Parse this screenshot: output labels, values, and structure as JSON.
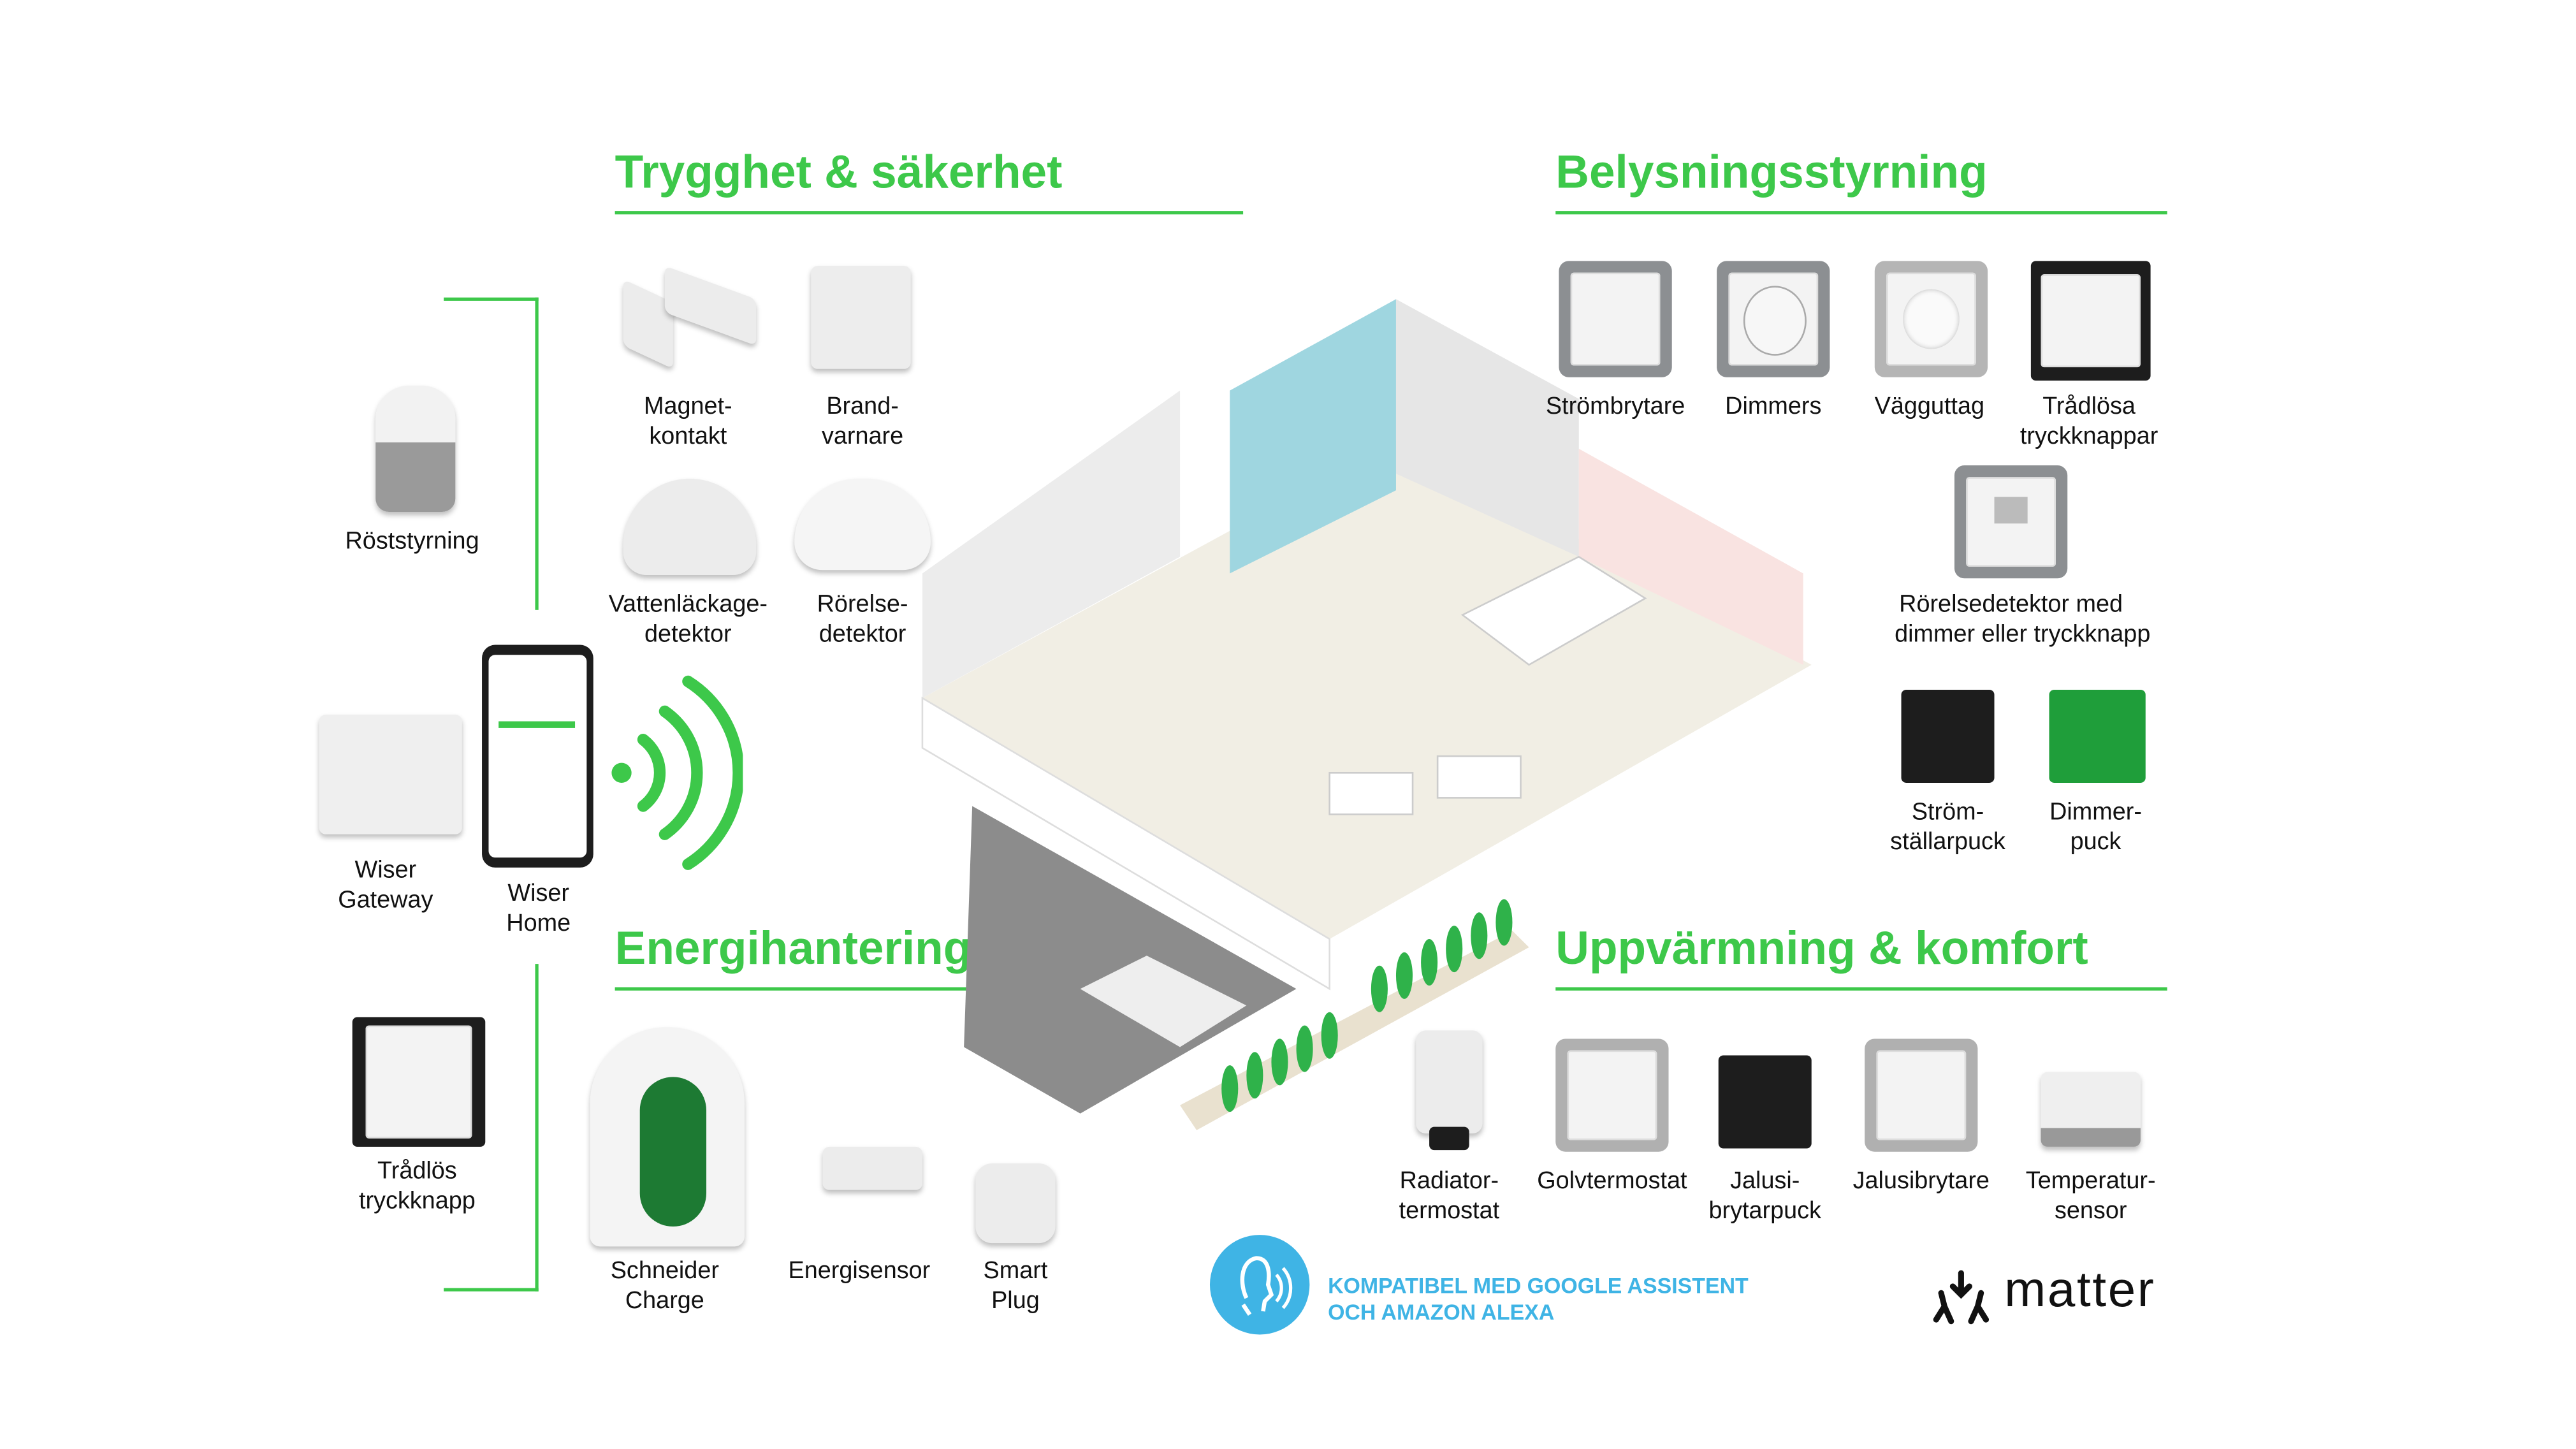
{
  "sections": {
    "security": "Trygghet & säkerhet",
    "lighting": "Belysningsstyrning",
    "energy": "Energihantering",
    "heating": "Uppvärmning & komfort"
  },
  "products": {
    "magnet": [
      "Magnet-",
      "kontakt"
    ],
    "smoke": [
      "Brand-",
      "varnare"
    ],
    "leak": [
      "Vattenläckage-",
      "detektor"
    ],
    "motion": [
      "Rörelse-",
      "detektor"
    ],
    "voice": "Röststyrning",
    "gateway": [
      "Wiser",
      "Gateway"
    ],
    "app": [
      "Wiser",
      "Home"
    ],
    "wireless_button": [
      "Trådlös",
      "tryckknapp"
    ],
    "switch": "Strömbrytare",
    "dimmer": "Dimmers",
    "socket": "Vägguttag",
    "wireless_buttons": [
      "Trådlösa",
      "tryckknappar"
    ],
    "motion_dimmer": [
      "Rörelsedetektor med",
      "dimmer eller tryckknapp"
    ],
    "switch_puck": [
      "Ström-",
      "ställarpuck"
    ],
    "dimmer_puck": [
      "Dimmer-",
      "puck"
    ],
    "charger": [
      "Schneider",
      "Charge"
    ],
    "energy_sensor": "Energisensor",
    "smart_plug": [
      "Smart",
      "Plug"
    ],
    "radiator": [
      "Radiator-",
      "termostat"
    ],
    "floor_thermostat": "Golvtermostat",
    "blind_puck": [
      "Jalusi-",
      "brytarpuck"
    ],
    "blind_switch": "Jalusibrytare",
    "temp_sensor": [
      "Temperatur-",
      "sensor"
    ]
  },
  "badge": {
    "line1": "KOMPATIBEL MED GOOGLE ASSISTENT",
    "line2": "OCH AMAZON ALEXA"
  },
  "matter_logo": "matter",
  "colors": {
    "accent": "#3dc84a",
    "badge": "#3fb4e5"
  }
}
